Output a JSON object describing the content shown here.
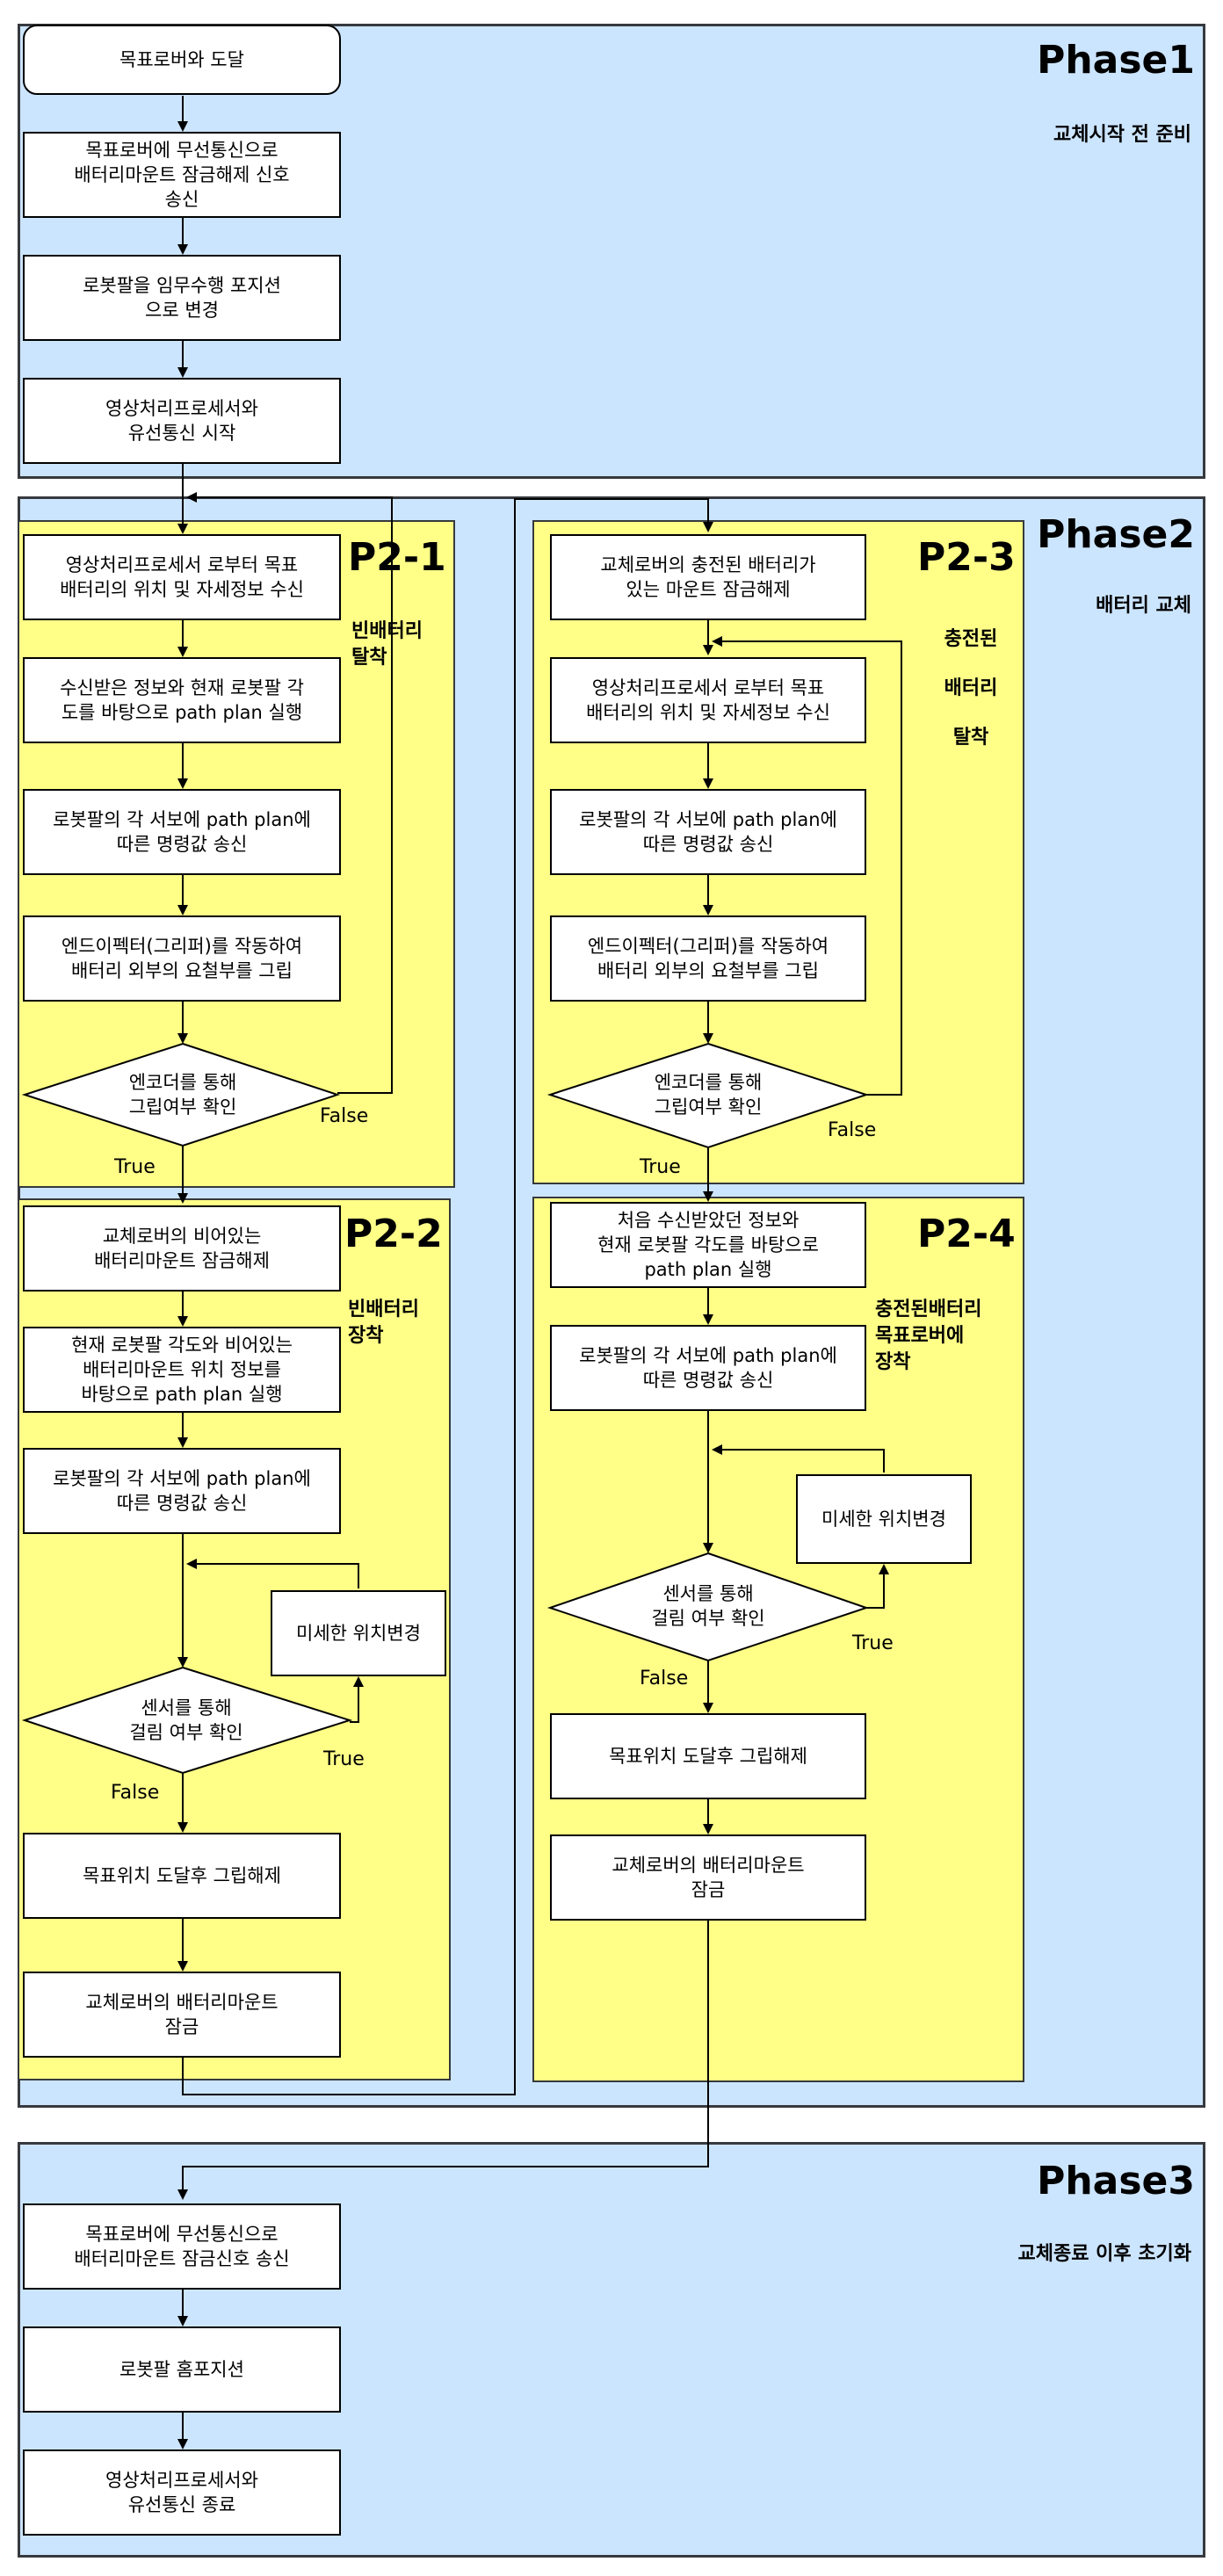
{
  "phase1": {
    "title": "Phase1",
    "desc": "교체시작 전 준비",
    "steps": [
      "목표로버와 도달",
      "목표로버에 무선통신으로\n배터리마운트 잠금해제 신호\n송신",
      "로봇팔을 임무수행 포지션\n으로 변경",
      "영상처리프로세서와\n유선통신 시작"
    ]
  },
  "phase2": {
    "title": "Phase2",
    "desc": "배터리 교체",
    "p21": {
      "title": "P2-1",
      "desc": "빈배터리\n탈착",
      "steps": [
        "영상처리프로세서 로부터 목표\n배터리의 위치 및 자세정보 수신",
        "수신받은 정보와 현재 로봇팔 각\n도를 바탕으로 path plan 실행",
        "로봇팔의 각 서보에 path plan에\n따른 명령값 송신",
        "엔드이펙터(그리퍼)를 작동하여\n배터리 외부의 요철부를 그립"
      ],
      "decision": "엔코더를 통해\n그립여부 확인",
      "false_label": "False",
      "true_label": "True"
    },
    "p22": {
      "title": "P2-2",
      "desc": "빈배터리\n장착",
      "steps": [
        "교체로버의 비어있는\n배터리마운트 잠금해제",
        "현재 로봇팔 각도와 비어있는\n배터리마운트 위치 정보를\n바탕으로 path plan 실행",
        "로봇팔의 각 서보에 path plan에\n따른 명령값 송신"
      ],
      "side_step": "미세한 위치변경",
      "decision": "센서를 통해\n걸림 여부 확인",
      "true_label": "True",
      "false_label": "False",
      "after": [
        "목표위치 도달후 그립해제",
        "교체로버의 배터리마운트\n잠금"
      ]
    },
    "p23": {
      "title": "P2-3",
      "desc": "충전된\n배터리\n탈착",
      "steps": [
        "교체로버의 충전된 배터리가\n있는 마운트 잠금해제",
        "영상처리프로세서 로부터 목표\n배터리의 위치 및 자세정보 수신",
        "로봇팔의 각 서보에 path plan에\n따른 명령값 송신",
        "엔드이펙터(그리퍼)를 작동하여\n배터리 외부의 요철부를 그립"
      ],
      "decision": "엔코더를 통해\n그립여부 확인",
      "false_label": "False",
      "true_label": "True"
    },
    "p24": {
      "title": "P2-4",
      "desc": "충전된배터리\n목표로버에\n장착",
      "steps": [
        "처음 수신받았던 정보와\n현재 로봇팔 각도를 바탕으로\npath plan 실행",
        "로봇팔의 각 서보에 path plan에\n따른 명령값 송신"
      ],
      "side_step": "미세한 위치변경",
      "decision": "센서를 통해\n걸림 여부 확인",
      "true_label": "True",
      "false_label": "False",
      "after": [
        "목표위치 도달후 그립해제",
        "교체로버의 배터리마운트\n잠금"
      ]
    }
  },
  "phase3": {
    "title": "Phase3",
    "desc": "교체종료 이후 초기화",
    "steps": [
      "목표로버에 무선통신으로\n배터리마운트 잠금신호 송신",
      "로봇팔 홈포지션",
      "영상처리프로세서와\n유선통신 종료"
    ]
  },
  "colors": {
    "phase_fill": "#cce5ff",
    "subphase_fill": "#ffff88",
    "border": "#36393d",
    "box_fill": "#ffffff"
  }
}
